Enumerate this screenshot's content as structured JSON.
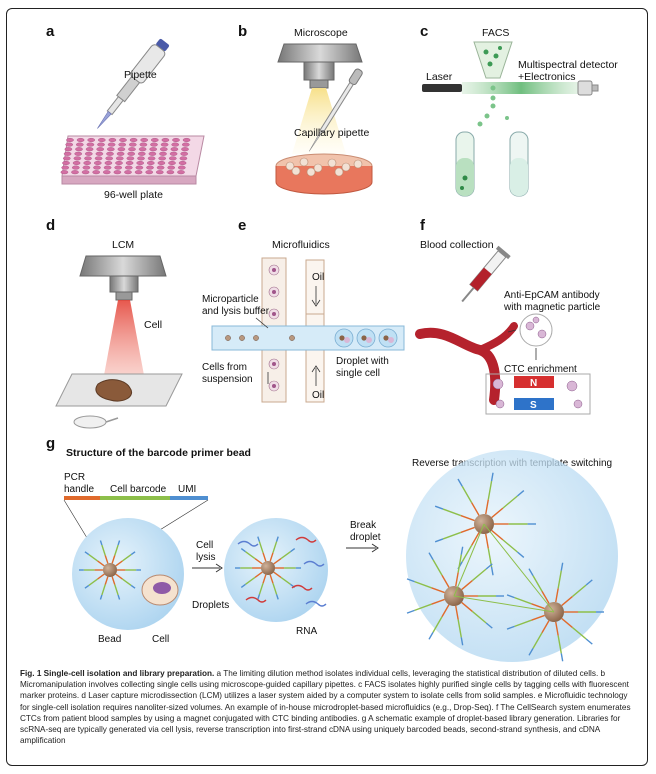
{
  "colors": {
    "frame": "#222222",
    "plate": "#e9b7cf",
    "laser_red": "#e23a2e",
    "beam_green": "#6cc07a",
    "bead_brown": "#a98266",
    "droplet_blue": "#bcdcf1",
    "pcr_handle": "#e06a2c",
    "cell_barcode": "#8dbf4a",
    "umi": "#4f8fd1",
    "magnet_red": "#d62f2f",
    "magnet_blue": "#2e73c9"
  },
  "panels": {
    "a": {
      "letter": "a",
      "pipette": "Pipette",
      "plate": "96-well plate"
    },
    "b": {
      "letter": "b",
      "microscope": "Microscope",
      "capillary": "Capillary pipette"
    },
    "c": {
      "letter": "c",
      "facs": "FACS",
      "laser": "Laser",
      "detector_line1": "Multispectral detector",
      "detector_line2": "+Electronics"
    },
    "d": {
      "letter": "d",
      "lcm": "LCM",
      "cell": "Cell"
    },
    "e": {
      "letter": "e",
      "title": "Microfluidics",
      "microparticle_line1": "Microparticle",
      "microparticle_line2": "and lysis buffer",
      "oil_top": "Oil",
      "oil_bottom": "Oil",
      "cells_line1": "Cells from",
      "cells_line2": "suspension",
      "droplet_line1": "Droplet with",
      "droplet_line2": "single cell"
    },
    "f": {
      "letter": "f",
      "blood": "Blood collection",
      "antibody_line1": "Anti-EpCAM antibody",
      "antibody_line2": "with magnetic particle",
      "ctc": "CTC enrichment",
      "magnet_n": "N",
      "magnet_s": "S"
    },
    "g": {
      "letter": "g",
      "title": "Structure of the barcode primer bead",
      "pcr_line1": "PCR",
      "pcr_line2": "handle",
      "cell_barcode": "Cell barcode",
      "umi": "UMI",
      "cell_lysis_line1": "Cell",
      "cell_lysis_line2": "lysis",
      "break_line1": "Break",
      "break_line2": "droplet",
      "rt_title": "Reverse transcription with template switching",
      "droplets": "Droplets",
      "bead": "Bead",
      "cell": "Cell",
      "rna": "RNA"
    }
  },
  "caption": {
    "title": "Fig. 1 Single-cell isolation and library preparation.",
    "body": " a The limiting dilution method isolates individual cells, leveraging the statistical distribution of diluted cells. b Micromanipulation involves collecting single cells using microscope-guided capillary pipettes. c FACS isolates highly purified single cells by tagging cells with fluorescent marker proteins. d Laser capture microdissection (LCM) utilizes a laser system aided by a computer system to isolate cells from solid samples. e Microfluidic technology for single-cell isolation requires nanoliter-sized volumes. An example of in-house microdroplet-based microfluidics (e.g., Drop-Seq). f The CellSearch system enumerates CTCs from patient blood samples by using a magnet conjugated with CTC binding antibodies. g A schematic example of droplet-based library generation. Libraries for scRNA-seq are typically generated via cell lysis, reverse transcription into first-strand cDNA using uniquely barcoded beads, second-strand synthesis, and cDNA amplification"
  }
}
